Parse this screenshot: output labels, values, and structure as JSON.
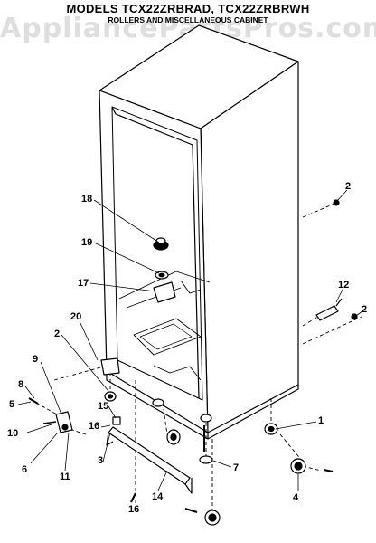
{
  "header": {
    "title": "MODELS TCX22ZRBRAD, TCX22ZRBRWH",
    "subtitle": "ROLLERS AND MISCELLANEOUS CABINET",
    "watermark": "AppliancePartsPros.com"
  },
  "callouts": [
    {
      "id": "c18",
      "text": "18"
    },
    {
      "id": "c19",
      "text": "19"
    },
    {
      "id": "c17",
      "text": "17"
    },
    {
      "id": "c20",
      "text": "20"
    },
    {
      "id": "c2a",
      "text": "2"
    },
    {
      "id": "c9",
      "text": "9"
    },
    {
      "id": "c8",
      "text": "8"
    },
    {
      "id": "c5",
      "text": "5"
    },
    {
      "id": "c10",
      "text": "10"
    },
    {
      "id": "c6",
      "text": "6"
    },
    {
      "id": "c11",
      "text": "11"
    },
    {
      "id": "c15",
      "text": "15"
    },
    {
      "id": "c16a",
      "text": "16"
    },
    {
      "id": "c3",
      "text": "3"
    },
    {
      "id": "c14",
      "text": "14"
    },
    {
      "id": "c16b",
      "text": "16"
    },
    {
      "id": "c7",
      "text": "7"
    },
    {
      "id": "c1",
      "text": "1"
    },
    {
      "id": "c4",
      "text": "4"
    },
    {
      "id": "c2b",
      "text": "2"
    },
    {
      "id": "c12",
      "text": "12"
    },
    {
      "id": "c2c",
      "text": "2"
    }
  ]
}
